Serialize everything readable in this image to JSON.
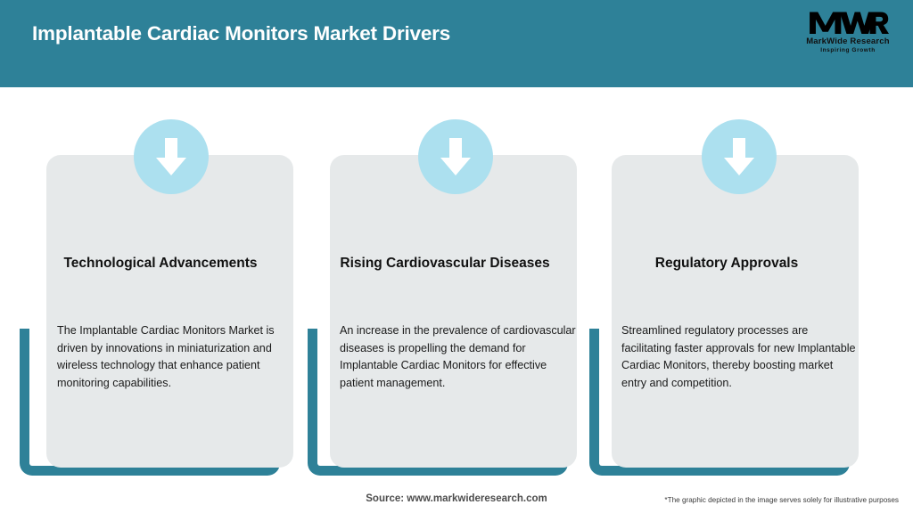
{
  "header": {
    "title": "Implantable Cardiac Monitors Market Drivers",
    "background_color": "#2e8198",
    "title_color": "#ffffff",
    "logo": {
      "mark": "MWR",
      "name": "MarkWide Research",
      "tagline": "Inspiring Growth"
    }
  },
  "theme": {
    "accent_teal": "#2e8198",
    "icon_circle_blue": "#ace0ef",
    "card_gray": "#e6e9ea",
    "page_background": "#ffffff"
  },
  "cards": [
    {
      "icon": "arrow-down-icon",
      "title": "Technological Advancements",
      "body": "The Implantable Cardiac Monitors Market is driven by innovations in miniaturization and wireless technology that enhance patient monitoring capabilities."
    },
    {
      "icon": "arrow-down-icon",
      "title": "Rising Cardiovascular Diseases",
      "body": "An increase in the prevalence of cardiovascular diseases is propelling the demand for Implantable Cardiac Monitors for effective patient management."
    },
    {
      "icon": "arrow-down-icon",
      "title": "Regulatory Approvals",
      "body": "Streamlined regulatory processes are facilitating faster approvals for new Implantable Cardiac Monitors, thereby boosting market entry and competition."
    }
  ],
  "footer": {
    "source": "Source: www.markwideresearch.com",
    "disclaimer": "*The graphic depicted in the image serves solely for illustrative purposes"
  }
}
